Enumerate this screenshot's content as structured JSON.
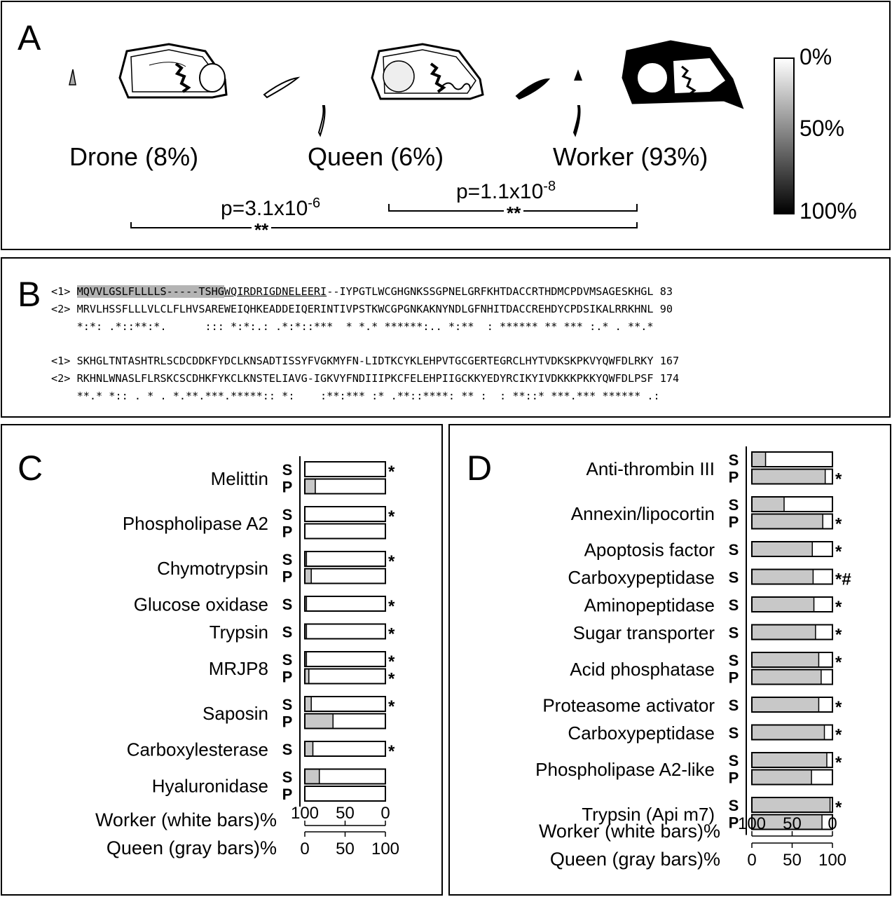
{
  "panel_a": {
    "label": "A",
    "castes": [
      {
        "label": "Drone (8%)",
        "value": 8
      },
      {
        "label": "Queen (6%)",
        "value": 6
      },
      {
        "label": "Worker (93%)",
        "value": 93
      }
    ],
    "comparisons": [
      {
        "p_base": "p=3.1x10",
        "p_exp": "-6",
        "stars": "**"
      },
      {
        "p_base": "p=1.1x10",
        "p_exp": "-8",
        "stars": "**"
      }
    ],
    "scale": {
      "top": "0%",
      "mid": "50%",
      "bottom": "100%"
    }
  },
  "panel_b": {
    "label": "B",
    "block1": {
      "line1": {
        "id": "<1>",
        "signal": "MQVVLGSLFLLLLS-----TSHG",
        "mature": "WQIRDRIGDNELEERI",
        "rest": "--IYPGTLWCGHGNKSSGPNELGRFKHTDACCRTHDMCPDVMSAGESKHGL",
        "end": "83"
      },
      "line2": {
        "id": "<2>",
        "seq": "MRVLHSSFLLLVLCLFLHVSAREWEIQHKEADDEIQERINTIVPSTKWCGPGNKAKNYNDLGFNHITDACCREHDYCPDSIKALRRKHNL",
        "end": "90"
      },
      "cons": "*:*: .*::**:*.      ::: *:*:.: .*:*::***  * *.* ******:.. *:**  : ****** ** *** :.* . **.*"
    },
    "block2": {
      "line1": {
        "id": "<1>",
        "seq": "SKHGLTNTASHTRLSCDCDDKFYDCLKNSADTISSYFVGKMYFN-LIDTKCYKLEHPVTGCGERTEGRCLHYTVDKSKPKVYQWFDLRKY",
        "end": "167"
      },
      "line2": {
        "id": "<2>",
        "seq": "RKHNLWNASLFLRSKCSCDHKFYKCLKNSTELIAVG-IGKVYFNDIIIPKCFELEHPIIGCKKYEDYRCIKYIVDKKKPKKYQWFDLPSF",
        "end": "174"
      },
      "cons": "**.* *:: . * . *.**.***.*****:: *:    :**:*** :* .**::****: ** :  : **::* ***.*** ****** .:"
    }
  },
  "panel_c": {
    "label": "C",
    "axis_worker": "Worker (white bars)%",
    "axis_queen": "Queen (gray bars)%",
    "worker_ticks": [
      "100",
      "50",
      "0"
    ],
    "queen_ticks": [
      "0",
      "50",
      "100"
    ]
  },
  "panel_d": {
    "label": "D",
    "axis_worker": "Worker (white bars)%",
    "axis_queen": "Queen (gray bars)%",
    "worker_ticks": [
      "100",
      "50",
      "0"
    ],
    "queen_ticks": [
      "0",
      "50",
      "100"
    ]
  },
  "chart_data": [
    {
      "type": "bar",
      "panel": "C",
      "xlabel": "Worker (white bars)% / Queen (gray bars)%",
      "xlim": [
        0,
        100
      ],
      "proteins": [
        {
          "name": "Melittin",
          "rows": [
            {
              "fraction": "S",
              "queen": 0,
              "mark": "*"
            },
            {
              "fraction": "P",
              "queen": 13,
              "mark": ""
            }
          ]
        },
        {
          "name": "Phospholipase A2",
          "rows": [
            {
              "fraction": "S",
              "queen": 0,
              "mark": "*"
            },
            {
              "fraction": "P",
              "queen": 0,
              "mark": ""
            }
          ]
        },
        {
          "name": "Chymotrypsin",
          "rows": [
            {
              "fraction": "S",
              "queen": 2,
              "mark": "*"
            },
            {
              "fraction": "P",
              "queen": 8,
              "mark": ""
            }
          ]
        },
        {
          "name": "Glucose oxidase",
          "rows": [
            {
              "fraction": "S",
              "queen": 2,
              "mark": "*"
            }
          ]
        },
        {
          "name": "Trypsin",
          "rows": [
            {
              "fraction": "S",
              "queen": 2,
              "mark": "*"
            }
          ]
        },
        {
          "name": "MRJP8",
          "rows": [
            {
              "fraction": "S",
              "queen": 2,
              "mark": "*"
            },
            {
              "fraction": "P",
              "queen": 5,
              "mark": "*"
            }
          ]
        },
        {
          "name": "Saposin",
          "rows": [
            {
              "fraction": "S",
              "queen": 8,
              "mark": "*"
            },
            {
              "fraction": "P",
              "queen": 35,
              "mark": ""
            }
          ]
        },
        {
          "name": "Carboxylesterase",
          "rows": [
            {
              "fraction": "S",
              "queen": 10,
              "mark": "*"
            }
          ]
        },
        {
          "name": "Hyaluronidase",
          "rows": [
            {
              "fraction": "S",
              "queen": 18,
              "mark": ""
            },
            {
              "fraction": "P",
              "queen": 0,
              "mark": ""
            }
          ]
        }
      ]
    },
    {
      "type": "bar",
      "panel": "D",
      "xlabel": "Worker (white bars)% / Queen (gray bars)%",
      "xlim": [
        0,
        100
      ],
      "proteins": [
        {
          "name": "Anti-thrombin III",
          "rows": [
            {
              "fraction": "S",
              "queen": 17,
              "mark": ""
            },
            {
              "fraction": "P",
              "queen": 91,
              "mark": "*"
            }
          ]
        },
        {
          "name": "Annexin/lipocortin",
          "rows": [
            {
              "fraction": "S",
              "queen": 40,
              "mark": ""
            },
            {
              "fraction": "P",
              "queen": 88,
              "mark": "*"
            }
          ]
        },
        {
          "name": "Apoptosis factor",
          "rows": [
            {
              "fraction": "S",
              "queen": 75,
              "mark": "*"
            }
          ]
        },
        {
          "name": "Carboxypeptidase",
          "rows": [
            {
              "fraction": "S",
              "queen": 76,
              "mark": "*#"
            }
          ]
        },
        {
          "name": "Aminopeptidase",
          "rows": [
            {
              "fraction": "S",
              "queen": 77,
              "mark": "*"
            }
          ]
        },
        {
          "name": "Sugar transporter",
          "rows": [
            {
              "fraction": "S",
              "queen": 79,
              "mark": "*"
            }
          ]
        },
        {
          "name": "Acid phosphatase",
          "rows": [
            {
              "fraction": "S",
              "queen": 83,
              "mark": "*"
            },
            {
              "fraction": "P",
              "queen": 86,
              "mark": ""
            }
          ]
        },
        {
          "name": "Proteasome activator",
          "rows": [
            {
              "fraction": "S",
              "queen": 83,
              "mark": "*"
            }
          ]
        },
        {
          "name": "Carboxypeptidase",
          "rows": [
            {
              "fraction": "S",
              "queen": 90,
              "mark": "*"
            }
          ]
        },
        {
          "name": "Phospholipase A2-like",
          "rows": [
            {
              "fraction": "S",
              "queen": 93,
              "mark": "*"
            },
            {
              "fraction": "P",
              "queen": 74,
              "mark": ""
            }
          ]
        },
        {
          "name": "Trypsin (Api m7)",
          "rows": [
            {
              "fraction": "S",
              "queen": 97,
              "mark": "*"
            },
            {
              "fraction": "P",
              "queen": 87,
              "mark": ""
            }
          ]
        }
      ]
    }
  ]
}
